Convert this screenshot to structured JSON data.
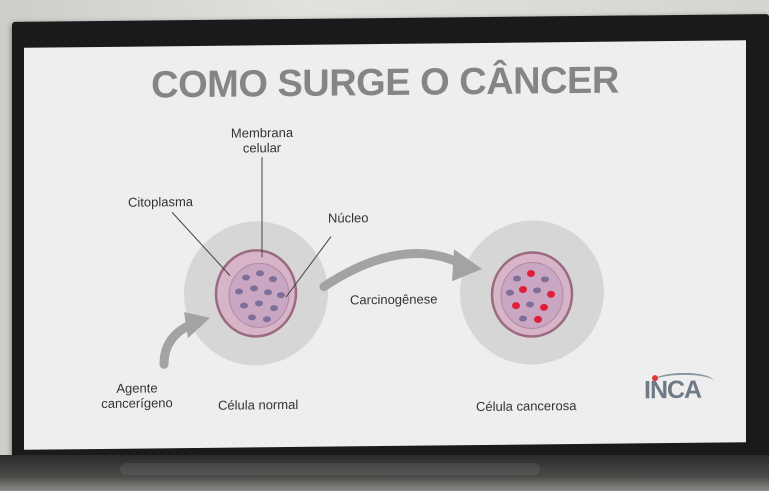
{
  "slide": {
    "title": "COMO SURGE O CÂNCER",
    "labels": {
      "membrane_line1": "Membrana",
      "membrane_line2": "celular",
      "cytoplasm": "Citoplasma",
      "nucleus": "Núcleo",
      "carcinogenesis": "Carcinogênese",
      "agent_line1": "Agente",
      "agent_line2": "cancerígeno",
      "normal_cell": "Célula normal",
      "cancer_cell": "Célula cancerosa"
    },
    "logo_text": "INCA"
  },
  "colors": {
    "title": "#858585",
    "screen_bg": "#eeeeee",
    "bezel": "#1a1a1c",
    "halo": "#d6d6d6",
    "membrane": "#9c6a80",
    "cytoplasm": "#d8b4c8",
    "nucleus_fill": "#c9a6c1",
    "chromatin": "#7d6f97",
    "cancer_dots": "#e0203a",
    "arrow": "#a3a3a3",
    "logo": "#6f7a86",
    "logo_accent": "#e03a3a"
  }
}
